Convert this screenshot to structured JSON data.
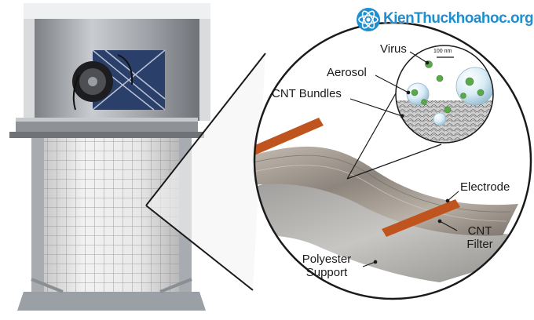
{
  "labels": {
    "virus": "Virus",
    "scale": "100 nm",
    "aerosol": "Aerosol",
    "cnt_bundles": "CNT Bundles",
    "electrode": "Electrode",
    "cnt_filter_line1": "CNT",
    "cnt_filter_line2": "Filter",
    "polyester_line1": "Polyester",
    "polyester_line2": "Support"
  },
  "watermark": {
    "text": "KienThuckhoahoc.org",
    "icon": "atom-globe-icon",
    "color": "#1e8fd0"
  },
  "colors": {
    "electrode": "#c0541f",
    "virus": "#5aa84a",
    "aerosol": "#cfe3ee",
    "cnt_sheet": "#a49b93",
    "polyester": "#b3b1ae",
    "metal": "#b8bbbe",
    "mesh": "#e4e4e4"
  }
}
